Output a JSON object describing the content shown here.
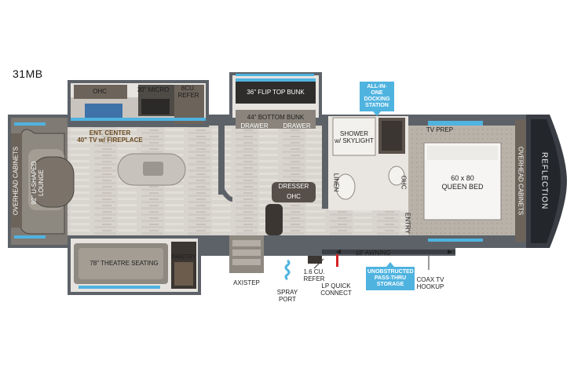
{
  "model": "31MB",
  "rooms": {
    "ohc_kitchen": "OHC",
    "micro": "30\" MICRO",
    "refer": "8CU.\nREFER",
    "ent_center": "ENT. CENTER\n40\" TV w/ FIREPLACE",
    "flip_bunk": "36\" FLIP TOP BUNK",
    "bottom_bunk": "44\" BOTTOM BUNK",
    "drawer_left": "DRAWER",
    "drawer_right": "DRAWER",
    "shower": "SHOWER\nw/ SKYLIGHT",
    "tv_prep": "TV PREP",
    "queen_bed": "60 x 80\nQUEEN BED",
    "overhead_left": "OVERHEAD CABINETS",
    "overhead_right": "OVERHEAD CABINETS",
    "lounge": "92\" U-SHAPED\nLOUNGE",
    "dresser": "DRESSER",
    "ohc_dresser": "OHC",
    "linen": "LINEN",
    "ohc_bath": "OHC",
    "entry": "ENTRY",
    "brand": "REFLECTION",
    "theatre": "78\" THEATRE SEATING",
    "pantry": "PANTRY"
  },
  "exterior": {
    "awning": "18' AWNING",
    "axistep": "AXISTEP",
    "spray_port": "SPRAY\nPORT",
    "refer_small": "1.6 CU.\nREFER",
    "lp_quick": "LP QUICK\nCONNECT",
    "coax": "COAX TV\nHOOKUP"
  },
  "callouts": {
    "docking": "ALL-IN-ONE\nDOCKING\nSTATION",
    "storage": "UNOBSTRUCTED\nPASS-THRU\nSTORAGE"
  },
  "colors": {
    "wall": "#5a5f66",
    "floor": "#d9d5cf",
    "accent": "#4fb3e0",
    "cab": "#6c635a"
  }
}
